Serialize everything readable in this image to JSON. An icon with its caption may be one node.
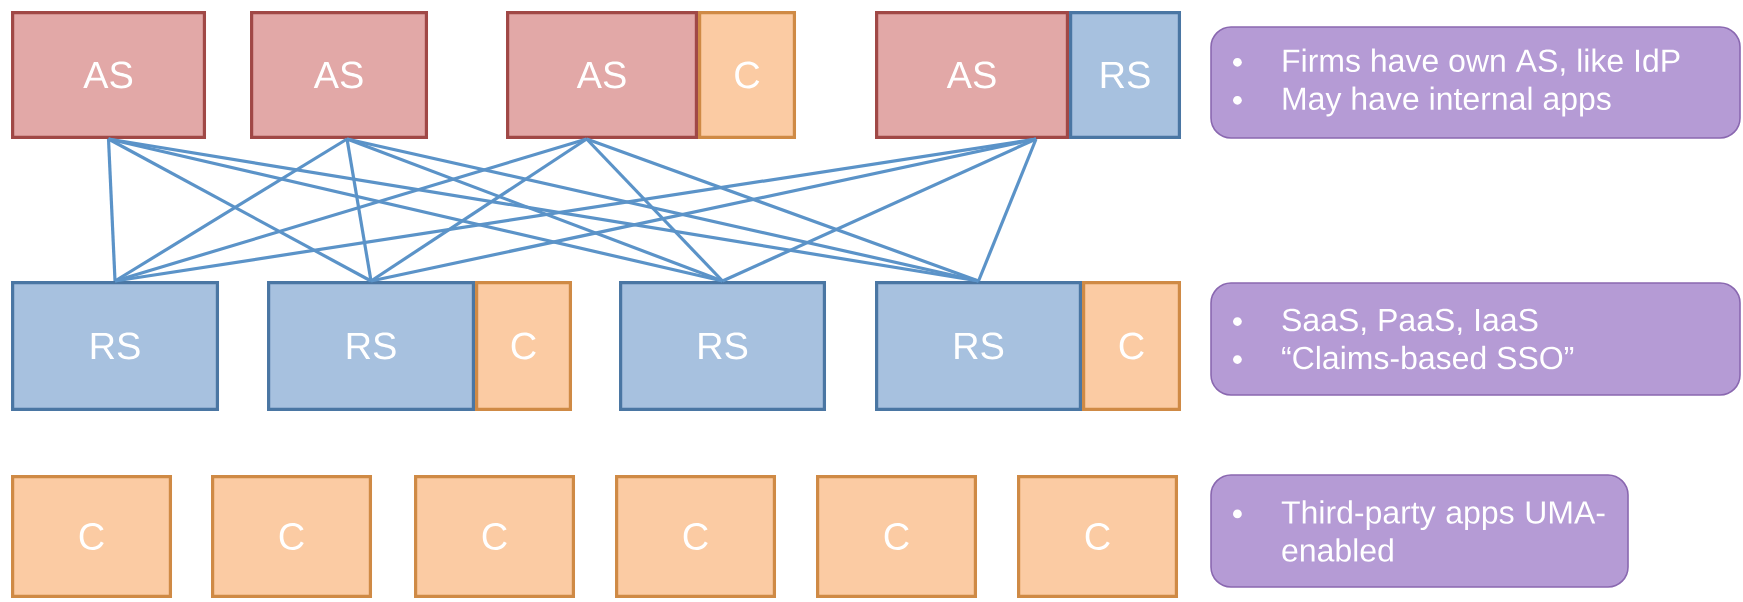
{
  "diagram": {
    "nodes": [
      {
        "text": [
          "AS"
        ]
      },
      {
        "text": [
          "AS"
        ]
      },
      {
        "text": [
          "AS"
        ]
      },
      {
        "text": [
          "C"
        ]
      },
      {
        "text": [
          "AS"
        ]
      },
      {
        "text": [
          "RS"
        ]
      },
      {
        "text": [
          "Firms have own AS, like IdP",
          "May have internal apps"
        ]
      },
      {
        "text": [
          "RS"
        ]
      },
      {
        "text": [
          "RS"
        ]
      },
      {
        "text": [
          "C"
        ]
      },
      {
        "text": [
          "RS"
        ]
      },
      {
        "text": [
          "RS"
        ]
      },
      {
        "text": [
          "C"
        ]
      },
      {
        "text": [
          "SaaS, PaaS, IaaS",
          "“Claims-based SSO”"
        ]
      },
      {
        "text": [
          "C"
        ]
      },
      {
        "text": [
          "C"
        ]
      },
      {
        "text": [
          "C"
        ]
      },
      {
        "text": [
          "C"
        ]
      },
      {
        "text": [
          "C"
        ]
      },
      {
        "text": [
          "C"
        ]
      },
      {
        "text": [
          "Third-party apps UMA-enabled"
        ]
      }
    ],
    "edges": [
      {
        "from": 0,
        "to": 7,
        "arrow": "none"
      },
      {
        "from": 0,
        "to": 8,
        "arrow": "none"
      },
      {
        "from": 0,
        "to": 10,
        "arrow": "none"
      },
      {
        "from": 0,
        "to": 11,
        "arrow": "none"
      },
      {
        "from": 1,
        "to": 7,
        "arrow": "none"
      },
      {
        "from": 1,
        "to": 8,
        "arrow": "none"
      },
      {
        "from": 1,
        "to": 10,
        "arrow": "none"
      },
      {
        "from": 1,
        "to": 11,
        "arrow": "none"
      },
      {
        "from": 2,
        "to": 7,
        "arrow": "none"
      },
      {
        "from": 2,
        "to": 8,
        "arrow": "none"
      },
      {
        "from": 2,
        "to": 10,
        "arrow": "none"
      },
      {
        "from": 2,
        "to": 11,
        "arrow": "none"
      },
      {
        "from": 4,
        "to": 7,
        "arrow": "none"
      },
      {
        "from": 4,
        "to": 8,
        "arrow": "none"
      },
      {
        "from": 4,
        "to": 10,
        "arrow": "none"
      },
      {
        "from": 4,
        "to": 11,
        "arrow": "none"
      }
    ]
  }
}
